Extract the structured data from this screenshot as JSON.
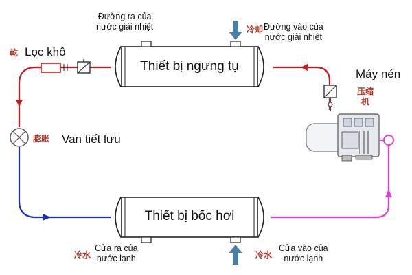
{
  "labels": {
    "condenser": "Thiết bị ngưng tụ",
    "evaporator": "Thiết bị bốc hơi",
    "filter_drier": "Lọc khô",
    "expansion_valve": "Van tiết lưu",
    "compressor": "Máy nén",
    "cooling_water_out": [
      "Đường ra của",
      "nước giải nhiệt"
    ],
    "cooling_water_in": [
      "Đường vào của",
      "nước giải nhiệt"
    ],
    "chilled_water_out": [
      "Cửa ra của",
      "nước lạnh"
    ],
    "chilled_water_in": [
      "Cửa vào của",
      "nước lạnh"
    ]
  },
  "glyphs": {
    "filter": "乾",
    "valve": "膨胀",
    "compressor": [
      "压缩",
      "机"
    ],
    "cw_in": "冷却",
    "chw_out": "冷水",
    "chw_in": "冷水"
  },
  "colors": {
    "high_pressure_liquid": "#cc1a1a",
    "low_pressure": "#1a2fbf",
    "suction_vapor": "#e83ad8",
    "water_arrow": "#4a7fa6",
    "vessel_stroke": "#222222"
  }
}
